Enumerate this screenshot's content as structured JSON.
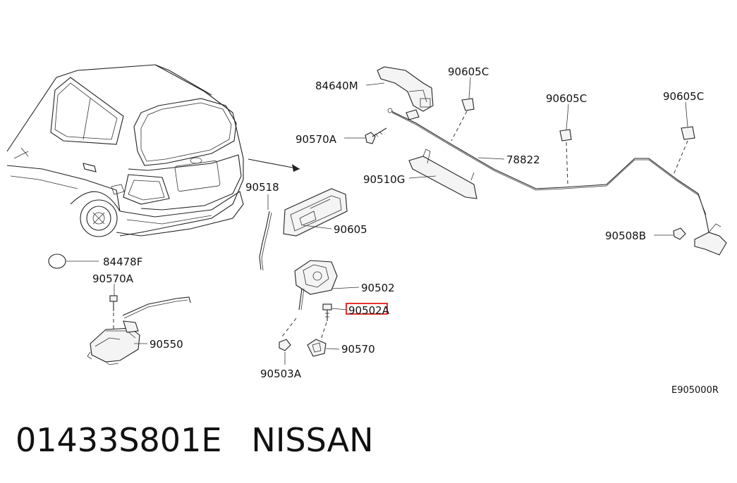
{
  "diagram": {
    "brand_color": "#111111",
    "highlight_color": "#e00000",
    "labels": {
      "p84640M": "84640M",
      "p90605C_1": "90605C",
      "p90605C_2": "90605C",
      "p90605C_3": "90605C",
      "p90570A_top": "90570A",
      "p78822": "78822",
      "p90510G": "90510G",
      "p90518": "90518",
      "p90605": "90605",
      "p90508B": "90508B",
      "p84478F": "84478F",
      "p90570A_left": "90570A",
      "p90550": "90550",
      "p90502": "90502",
      "p90502A": "90502A",
      "p90570": "90570",
      "p90503A": "90503A"
    },
    "diagram_code": "E905000R",
    "highlighted_part": "90502A"
  },
  "caption": {
    "part_number": "01433S801E",
    "brand": "NISSAN"
  }
}
